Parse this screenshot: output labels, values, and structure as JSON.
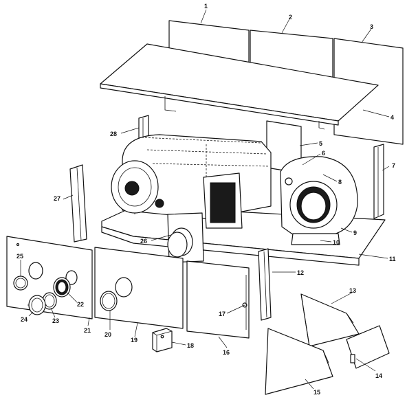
{
  "callouts": {
    "c1": "1",
    "c2": "2",
    "c3": "3",
    "c4": "4",
    "c5": "5",
    "c6": "6",
    "c7": "7",
    "c8": "8",
    "c9": "9",
    "c10": "10",
    "c11": "11",
    "c12": "12",
    "c13": "13",
    "c14": "14",
    "c15": "15",
    "c16": "16",
    "c17": "17",
    "c18": "18",
    "c19": "19",
    "c20": "20",
    "c21": "21",
    "c22": "22",
    "c23": "23",
    "c24": "24",
    "c25": "25",
    "c26": "26",
    "c27": "27",
    "c28": "28"
  },
  "style": {
    "ink": "#111111",
    "paper": "#ffffff"
  }
}
